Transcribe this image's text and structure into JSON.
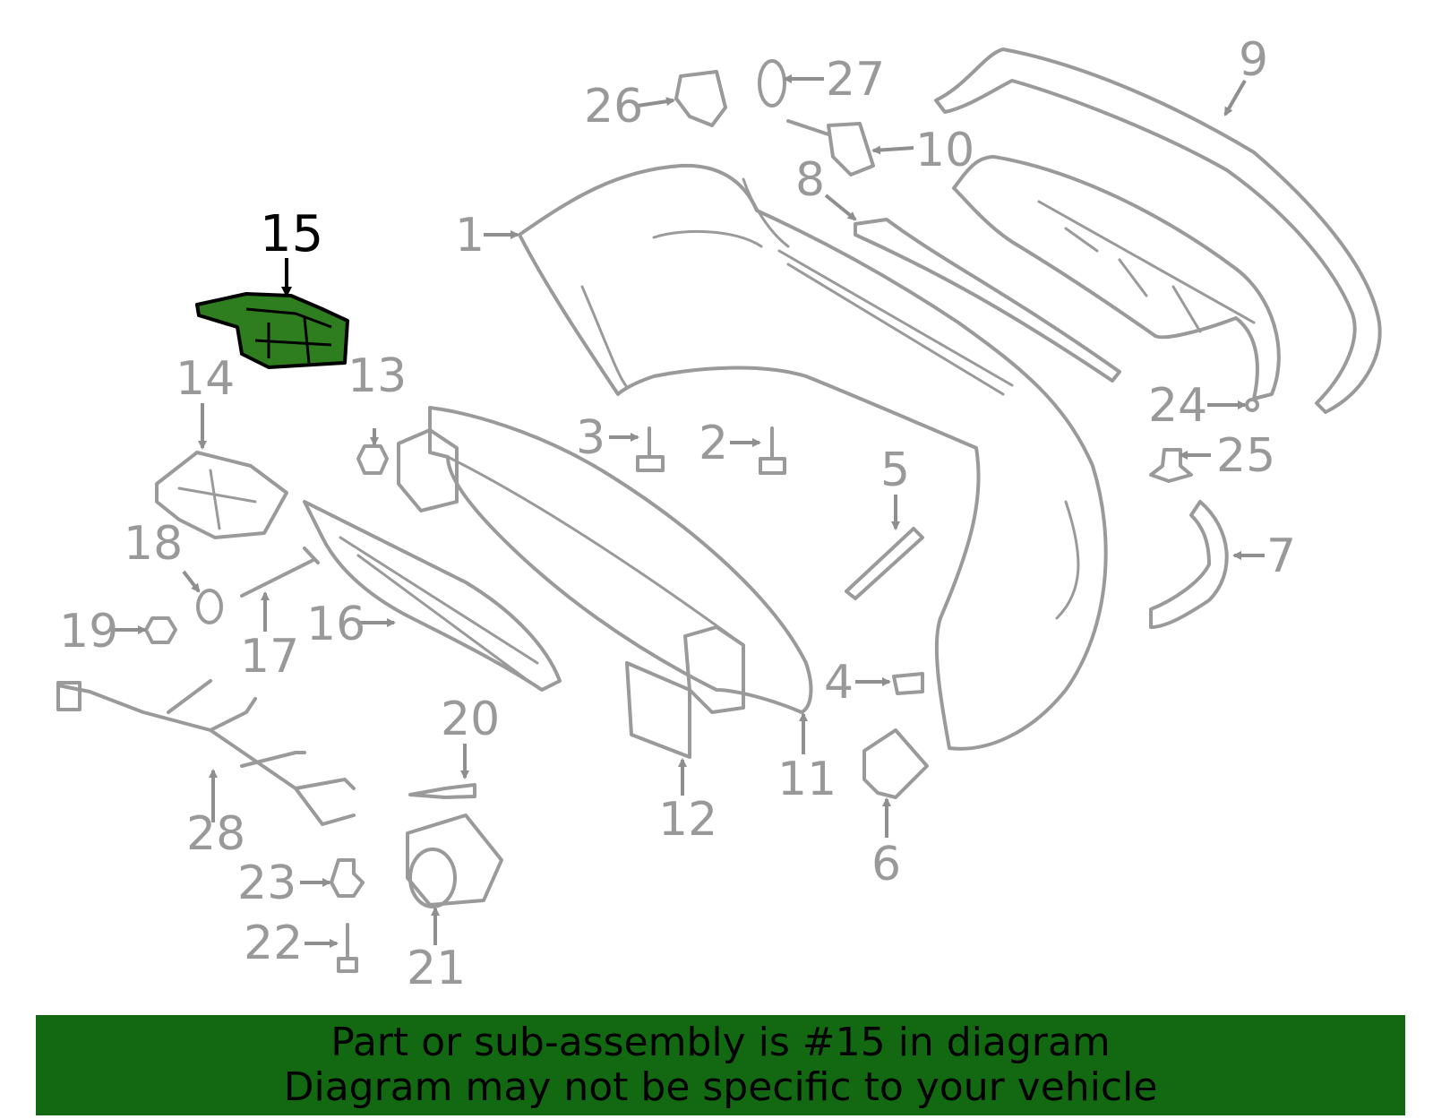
{
  "diagram": {
    "highlighted_part": "15",
    "highlight_color": "#2e7d1f",
    "part_color": "#9a9a9a",
    "callouts": {
      "c1": "1",
      "c2": "2",
      "c3": "3",
      "c4": "4",
      "c5": "5",
      "c6": "6",
      "c7": "7",
      "c8": "8",
      "c9": "9",
      "c10": "10",
      "c11": "11",
      "c12": "12",
      "c13": "13",
      "c14": "14",
      "c15": "15",
      "c16": "16",
      "c17": "17",
      "c18": "18",
      "c19": "19",
      "c20": "20",
      "c21": "21",
      "c22": "22",
      "c23": "23",
      "c24": "24",
      "c25": "25",
      "c26": "26",
      "c27": "27",
      "c28": "28"
    }
  },
  "banner": {
    "line1": "Part or sub-assembly is #15 in diagram",
    "line2": "Diagram may not be specific to your vehicle",
    "background": "#136912"
  }
}
